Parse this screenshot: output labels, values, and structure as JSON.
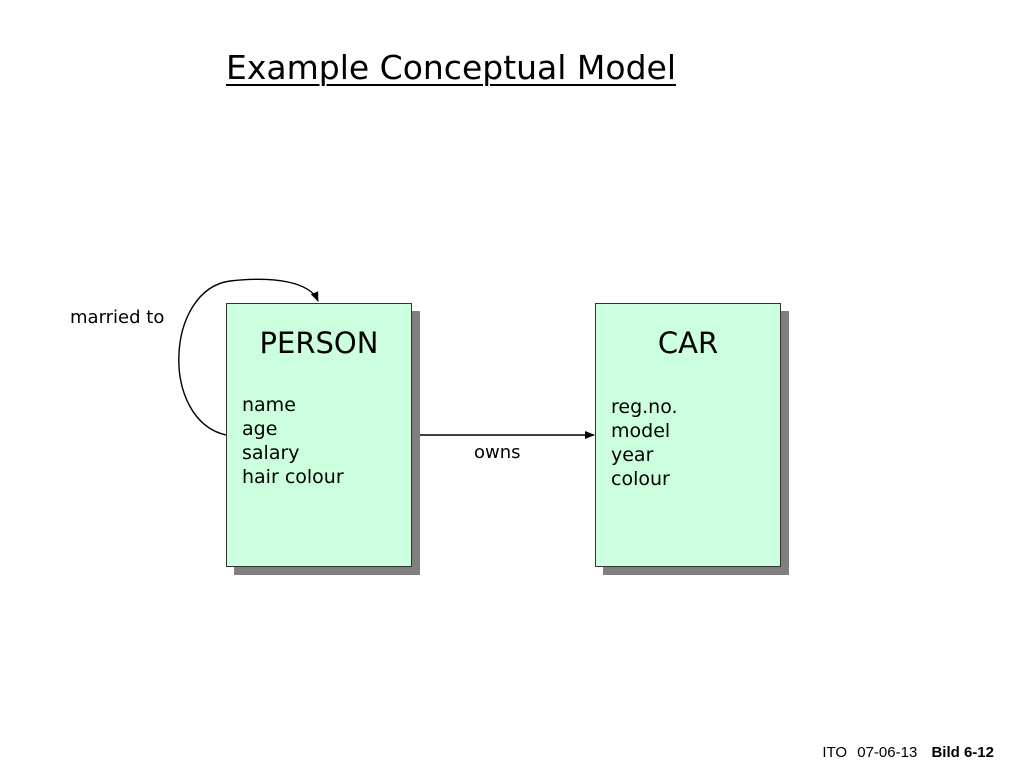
{
  "title": "Example Conceptual Model",
  "colors": {
    "entity_fill": "#ccffdd",
    "entity_border": "#333333",
    "shadow": "#7f7f7f",
    "text": "#000000"
  },
  "entities": [
    {
      "name": "PERSON",
      "attributes": [
        "name",
        "age",
        "salary",
        "hair colour"
      ]
    },
    {
      "name": "CAR",
      "attributes": [
        "reg.no.",
        "model",
        "year",
        "colour"
      ]
    }
  ],
  "relationships": [
    {
      "label": "married to",
      "from": "PERSON",
      "to": "PERSON"
    },
    {
      "label": "owns",
      "from": "PERSON",
      "to": "CAR"
    }
  ],
  "footer": {
    "org": "ITO",
    "date": "07-06-13",
    "slide": "Bild 6-12"
  }
}
